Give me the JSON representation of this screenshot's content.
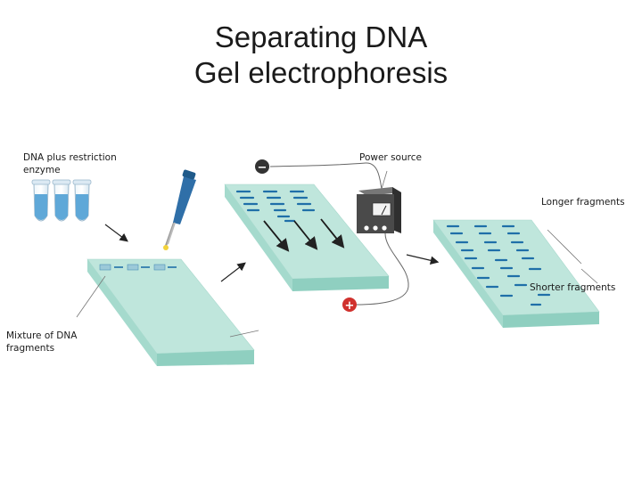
{
  "title": {
    "line1": "Separating DNA",
    "line2": "Gel electrophoresis"
  },
  "labels": {
    "dna_restriction_line1": "DNA plus restriction",
    "dna_restriction_line2": "enzyme",
    "power_source": "Power source",
    "longer_fragments": "Longer fragments",
    "shorter_fragments": "Shorter fragments",
    "mixture_line1": "Mixture of DNA",
    "mixture_line2": "fragments"
  },
  "electrodes": {
    "negative_symbol": "−",
    "positive_symbol": "+"
  },
  "colors": {
    "gel_top": "#bfe6dc",
    "gel_side": "#8fcfc0",
    "band": "#1f6fa8",
    "electrode_negative": "#333333",
    "electrode_positive": "#d0312d",
    "power_box": "#4a4a4a",
    "tube_liquid": "#5fa8d8",
    "pipette": "#2f6fa8"
  }
}
